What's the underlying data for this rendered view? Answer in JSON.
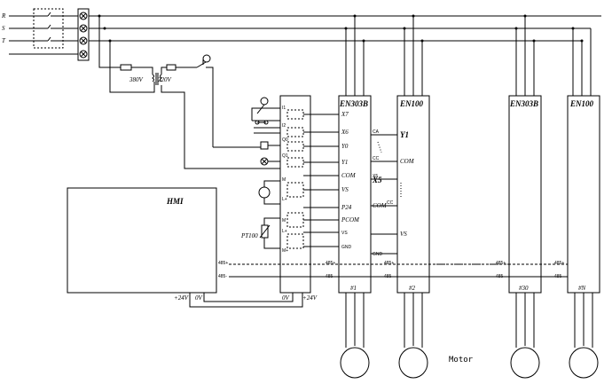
{
  "supply": {
    "phase_labels": [
      "R",
      "S",
      "T"
    ]
  },
  "transformer": {
    "primary": "380V",
    "secondary": "220V"
  },
  "hmi": {
    "title": "HMI",
    "terminal_485p": "485+",
    "terminal_485m": "485-",
    "power_plus": "+24V",
    "power_zero": "0V"
  },
  "plc": {
    "power_zero": "0V",
    "power_plus": "+24V",
    "pin_labels": [
      "I1",
      "I2",
      "Q0",
      "Q1",
      "M",
      "L+",
      "M",
      "L+",
      "M+"
    ]
  },
  "sensor": {
    "label": "PT100"
  },
  "drive1": {
    "model": "EN303B",
    "terms": [
      "X7",
      "X6",
      "Y0",
      "Y1",
      "COM",
      "VS",
      "P24",
      "PCOM",
      "VS",
      "GND"
    ],
    "terminal_485p": "485+",
    "terminal_485m": "485-",
    "number": "#1"
  },
  "drive2": {
    "model": "EN100",
    "terms": [
      "Y1",
      "COM",
      "X5",
      "COM",
      "VS",
      "GND"
    ],
    "terminal_485p": "485+",
    "terminal_485m": "485-",
    "number": "#2",
    "small_left": [
      "CA",
      "CC",
      "CC",
      "X5"
    ]
  },
  "drive3": {
    "model": "EN303B",
    "terminal_485p": "485+",
    "terminal_485m": "485-",
    "number": "#30"
  },
  "drive4": {
    "model": "EN100",
    "terminal_485p": "485+",
    "terminal_485m": "485-",
    "number": "#N"
  },
  "motor_label": "Motor"
}
